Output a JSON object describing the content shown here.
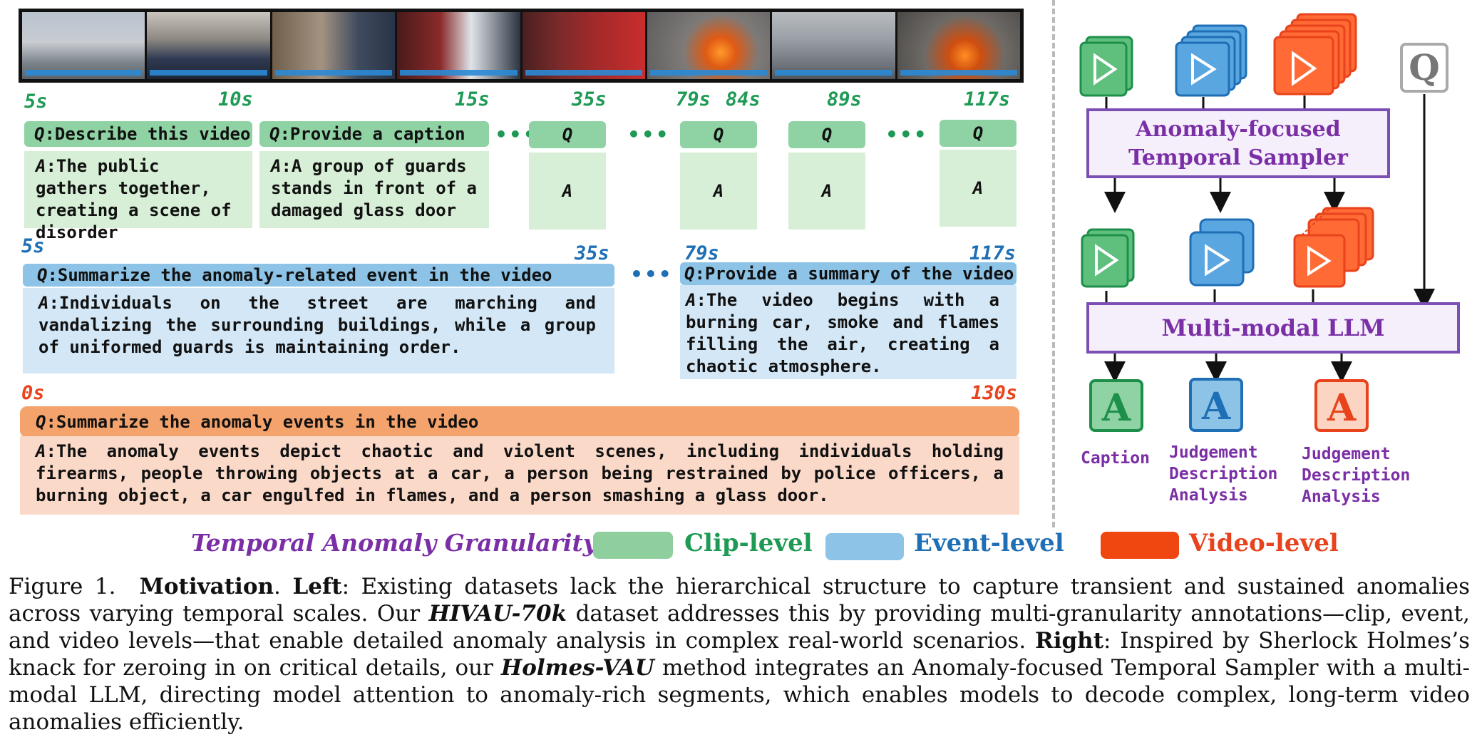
{
  "timestamps": {
    "clip": [
      "5s",
      "10s",
      "15s",
      "35s",
      "79s",
      "84s",
      "89s",
      "117s"
    ],
    "event": [
      "5s",
      "35s",
      "79s",
      "117s"
    ],
    "video": [
      "0s",
      "130s"
    ]
  },
  "clip_level": {
    "q1": {
      "q": "Q",
      "text": ":Describe this video"
    },
    "a1": {
      "a": "A",
      "text": ":The public gathers together, creating a scene of disorder"
    },
    "q2": {
      "q": "Q",
      "text": ":Provide a caption"
    },
    "a2": {
      "a": "A",
      "text": ":A group of guards stands in front of a damaged glass door"
    },
    "short_q": "Q",
    "short_a": "A",
    "dots": "•••"
  },
  "event_level": {
    "q1": {
      "q": "Q",
      "text": ":Summarize the anomaly-related event in the video"
    },
    "a1": {
      "a": "A",
      "text": ":Individuals on the street are marching and vandalizing the surrounding buildings, while a group of uniformed guards is maintaining order."
    },
    "q2": {
      "q": "Q",
      "text": ":Provide a summary of the video"
    },
    "a2": {
      "a": "A",
      "text": ":The video begins with a burning car, smoke and flames filling the air, creating a chaotic atmosphere."
    },
    "dots": "•••"
  },
  "video_level": {
    "q": {
      "q": "Q",
      "text": ":Summarize the anomaly events in the video"
    },
    "a": {
      "a": "A",
      "text": ":The anomaly events depict chaotic and violent scenes, including individuals holding firearms, people throwing objects at a car, a person being restrained by police officers, a burning object, a car engulfed in flames, and a person smashing a glass door."
    }
  },
  "right_panel": {
    "q_icon": "Q",
    "sampler": [
      "Anomaly-focused",
      "Temporal Sampler"
    ],
    "llm": "Multi-modal LLM",
    "answer_letter": "A",
    "outputs": [
      {
        "lines": [
          "Caption"
        ]
      },
      {
        "lines": [
          "Judgement",
          "Description",
          "Analysis"
        ]
      },
      {
        "lines": [
          "Judgement",
          "Description",
          "Analysis"
        ]
      }
    ]
  },
  "legend": {
    "title": "Temporal Anomaly Granularity:",
    "items": [
      {
        "label": "Clip-level",
        "color": "#8fcf9e",
        "text_color": "#1f9a55"
      },
      {
        "label": "Event-level",
        "color": "#8cc3e6",
        "text_color": "#1e6fb5"
      },
      {
        "label": "Video-level",
        "color": "#f0460f",
        "text_color": "#e8431c"
      }
    ]
  },
  "caption": {
    "fig": "Figure 1.",
    "title": "Motivation",
    "left_label": "Left",
    "left_text_1": ": Existing datasets lack the hierarchical structure to capture transient and sustained anomalies across varying temporal scales. Our ",
    "dataset": "HIVAU-70k",
    "left_text_2": " dataset addresses this by providing multi-granularity annotations—clip, event, and video levels—that enable detailed anomaly analysis in complex real-world scenarios. ",
    "right_label": "Right",
    "right_text_1": ": Inspired by Sherlock Holmes’s knack for zeroing in on critical details, our ",
    "method": "Holmes-VAU",
    "right_text_2": " method integrates an Anomaly-focused Temporal Sampler with a multi-modal LLM, directing model attention to anomaly-rich segments, which enables models to decode complex, long-term video anomalies efficiently."
  }
}
